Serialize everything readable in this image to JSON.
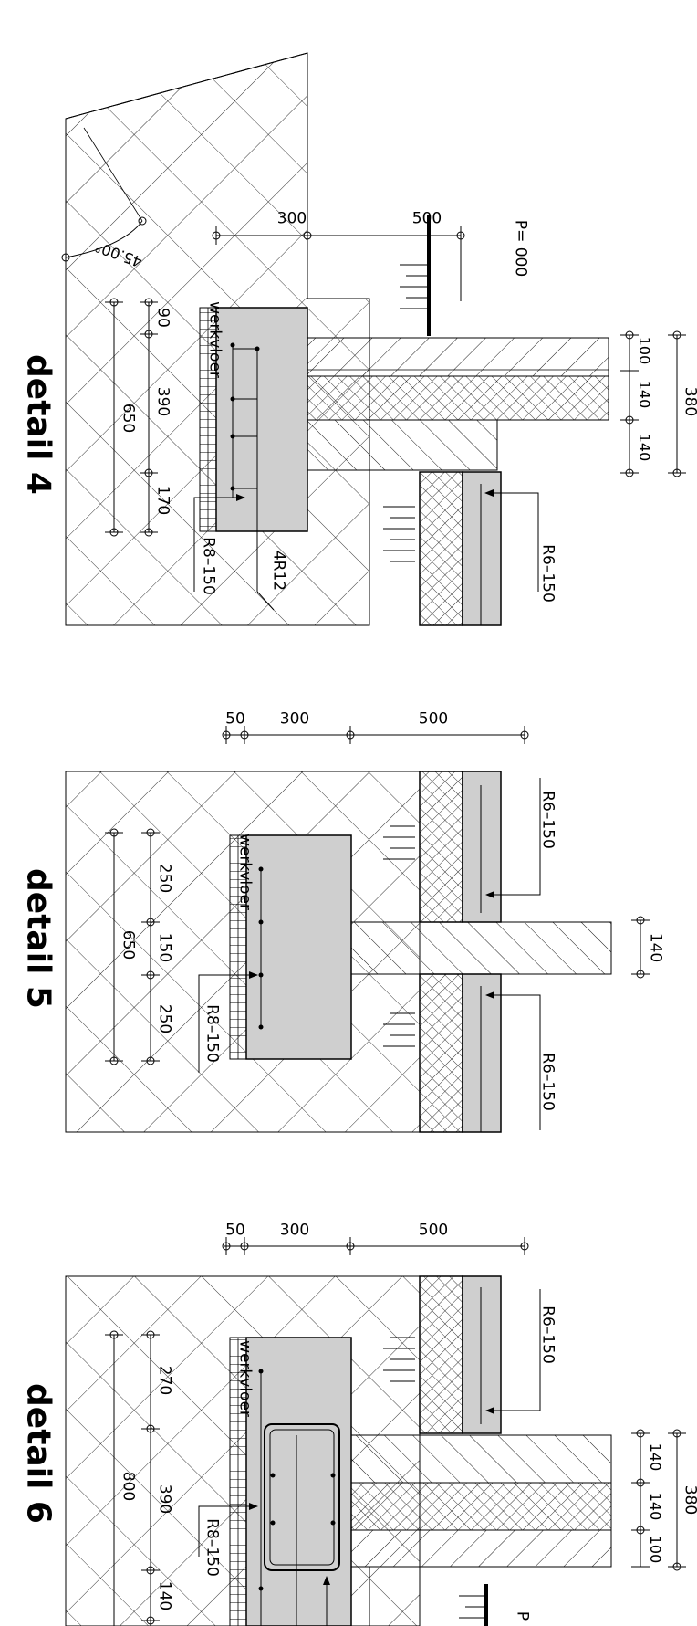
{
  "details": [
    {
      "title": "detail 4",
      "labels": {
        "dim_300": "300",
        "dim_500": "500",
        "level": "P= 000",
        "angle": "45.00°",
        "dim_90": "90",
        "dim_390": "390",
        "dim_170": "170",
        "dim_650": "650",
        "werkvloer": "werkvloer",
        "rebar_stirrup": "R8–150",
        "rebar_main": "4R12",
        "rebar_floor": "R6–150",
        "dim_100": "100",
        "dim_140a": "140",
        "dim_140b": "140",
        "dim_380": "380"
      }
    },
    {
      "title": "detail 5",
      "labels": {
        "dim_50": "50",
        "dim_300": "300",
        "dim_500": "500",
        "dim_250a": "250",
        "dim_150": "150",
        "dim_250b": "250",
        "dim_650": "650",
        "werkvloer": "werkvloer",
        "rebar_stirrup": "R8–150",
        "rebar_floor_a": "R6–150",
        "rebar_floor_b": "R6–150",
        "dim_140": "140"
      }
    },
    {
      "title": "detail 6",
      "labels": {
        "dim_50": "50",
        "dim_300": "300",
        "dim_500": "500",
        "dim_270": "270",
        "dim_390": "390",
        "dim_140": "140",
        "dim_800": "800",
        "werkvloer": "werkvloer",
        "rebar_stirrup": "R8–150",
        "rebar_floor": "R6–150",
        "dim_140a": "140",
        "dim_140b": "140",
        "dim_100": "100",
        "dim_380": "380",
        "level_cut": "P"
      }
    }
  ]
}
